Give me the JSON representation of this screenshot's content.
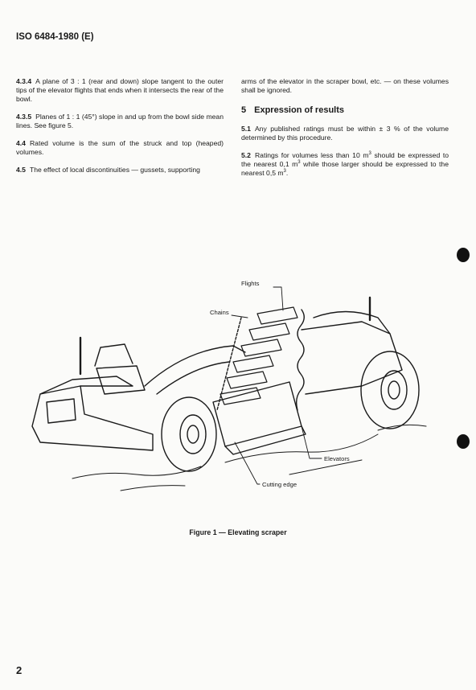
{
  "header": {
    "standard": "ISO 6484-1980 (E)"
  },
  "left_column": [
    {
      "num": "4.3.4",
      "text": "A plane of 3 : 1 (rear and down) slope tangent to the outer tips of the elevator flights that ends when it intersects the rear of the bowl."
    },
    {
      "num": "4.3.5",
      "text": "Planes of 1 : 1 (45°) slope in and up from the bowl side mean lines. See figure 5."
    },
    {
      "num": "4.4",
      "text": "Rated volume is the sum of the struck and top (heaped) volumes."
    },
    {
      "num": "4.5",
      "text": "The effect of local discontinuities — gussets, supporting"
    }
  ],
  "right_column": {
    "continuation": "arms of the elevator in the scraper bowl, etc. — on these volumes shall be ignored.",
    "section": {
      "num": "5",
      "title": "Expression of results"
    },
    "p51": {
      "num": "5.1",
      "text": "Any published ratings must be within ± 3 % of the volume determined by this procedure."
    },
    "p52": {
      "num": "5.2",
      "a": "Ratings for volumes less than 10 m",
      "b": " should be expressed to the nearest 0,1 m",
      "c": " while those larger should be expressed to the nearest 0,5 m",
      "d": ".",
      "sup": "3"
    }
  },
  "figure": {
    "labels": {
      "flights": "Flights",
      "chains": "Chains",
      "elevators": "Elevators",
      "cutting_edge": "Cutting edge"
    },
    "caption": "Figure 1 — Elevating scraper"
  },
  "page_number": "2"
}
